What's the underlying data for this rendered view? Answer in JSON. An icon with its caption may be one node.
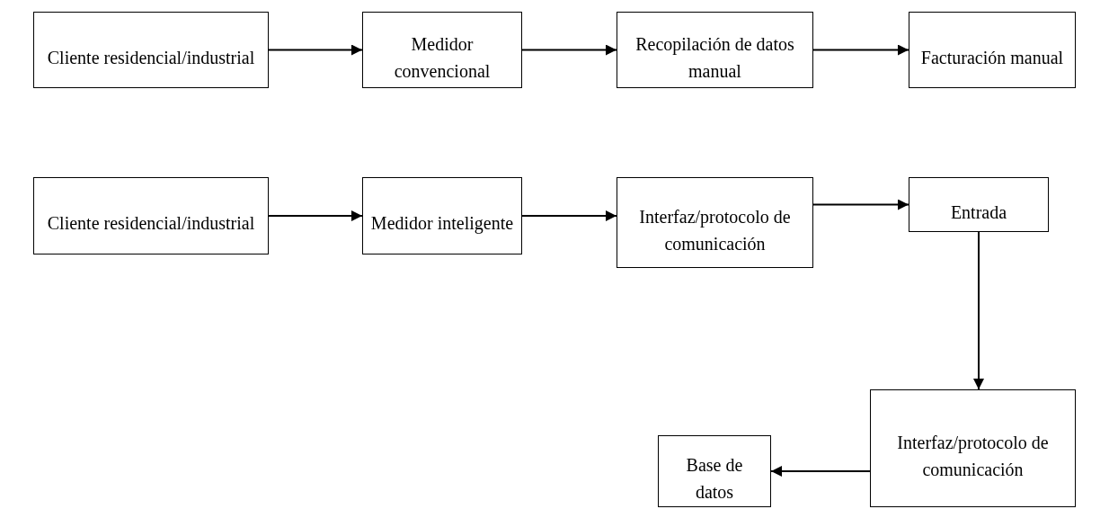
{
  "diagram": {
    "nodes": [
      {
        "text": [
          "Cliente residencial/industrial"
        ]
      },
      {
        "text": [
          "Medidor convencional"
        ]
      },
      {
        "text": [
          "Recopilación de datos manual"
        ]
      },
      {
        "text": [
          "Facturación manual"
        ]
      },
      {
        "text": [
          "Cliente residencial/industrial"
        ]
      },
      {
        "text": [
          "Medidor inteligente"
        ]
      },
      {
        "text": [
          "Interfaz/protocolo de comunicación"
        ]
      },
      {
        "text": [
          "Entrada"
        ]
      },
      {
        "text": [
          "Interfaz/protocolo de comunicación"
        ]
      },
      {
        "text": [
          "Base de datos"
        ]
      }
    ],
    "edges": [
      {
        "from": 0,
        "to": 1,
        "arrow": "to"
      },
      {
        "from": 1,
        "to": 2,
        "arrow": "to"
      },
      {
        "from": 2,
        "to": 3,
        "arrow": "to"
      },
      {
        "from": 4,
        "to": 5,
        "arrow": "to"
      },
      {
        "from": 5,
        "to": 6,
        "arrow": "to"
      },
      {
        "from": 6,
        "to": 7,
        "arrow": "to"
      },
      {
        "from": 7,
        "to": 8,
        "arrow": "to"
      },
      {
        "from": 8,
        "to": 9,
        "arrow": "to"
      }
    ]
  }
}
